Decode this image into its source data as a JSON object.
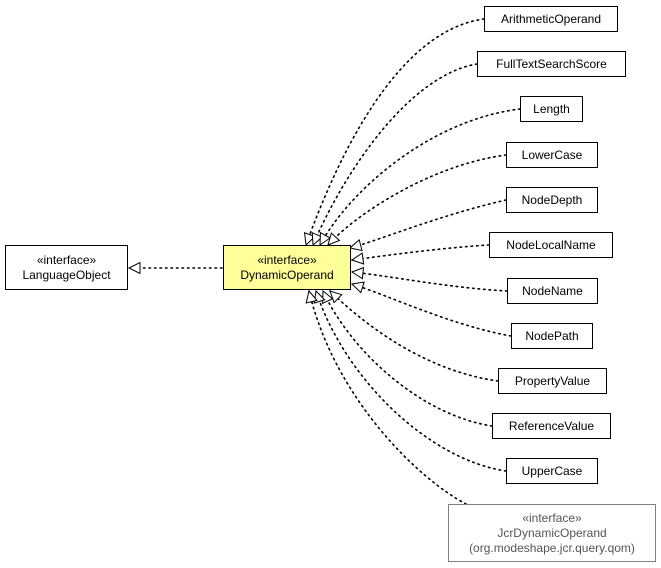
{
  "diagram": {
    "center": {
      "stereotype": "«interface»",
      "name": "DynamicOperand",
      "fill": "#ffff99"
    },
    "parent": {
      "stereotype": "«interface»",
      "name": "LanguageObject"
    },
    "implementations": [
      {
        "name": "ArithmeticOperand"
      },
      {
        "name": "FullTextSearchScore"
      },
      {
        "name": "Length"
      },
      {
        "name": "LowerCase"
      },
      {
        "name": "NodeDepth"
      },
      {
        "name": "NodeLocalName"
      },
      {
        "name": "NodeName"
      },
      {
        "name": "NodePath"
      },
      {
        "name": "PropertyValue"
      },
      {
        "name": "ReferenceValue"
      },
      {
        "name": "UpperCase"
      }
    ],
    "external": {
      "stereotype": "«interface»",
      "name": "JcrDynamicOperand",
      "package": "(org.modeshape.jcr.query.qom)",
      "border_color": "#808080"
    }
  }
}
